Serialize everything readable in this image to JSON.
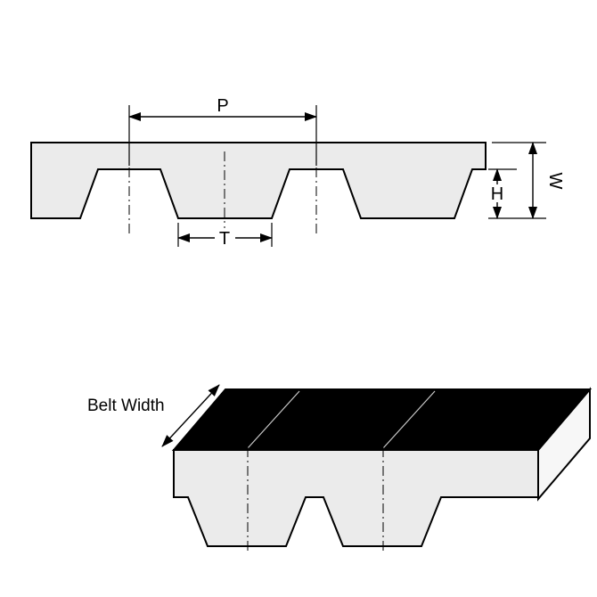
{
  "diagram": {
    "dimensions": {
      "pitch_label": "P",
      "tooth_label": "T",
      "height_label": "H",
      "width_label": "W",
      "belt_width_label": "Belt Width"
    },
    "colors": {
      "belt_fill": "#ebebeb",
      "top_face_fill": "#000000",
      "end_face_fill": "#f7f7f7",
      "outline": "#000000"
    }
  }
}
